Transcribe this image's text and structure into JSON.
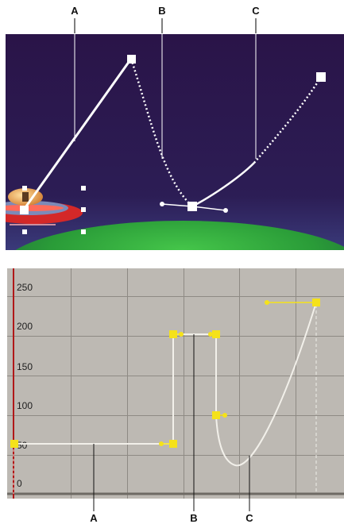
{
  "top_panel": {
    "callouts": [
      "A",
      "B",
      "C"
    ],
    "colors": {
      "sky_top": "#2a1448",
      "sky_bottom": "#342a6a",
      "planet": "#2fa83a",
      "path": "#ffffff"
    }
  },
  "bottom_panel": {
    "y_ticks": [
      "250",
      "200",
      "150",
      "100",
      "50",
      "0"
    ],
    "callouts": [
      "A",
      "B",
      "C"
    ],
    "colors": {
      "background": "#bdb9b3",
      "grid": "#8e8a84",
      "curve": "#f2f0ea",
      "keyframe": "#f5e21a",
      "time_marker": "#b01818"
    }
  }
}
